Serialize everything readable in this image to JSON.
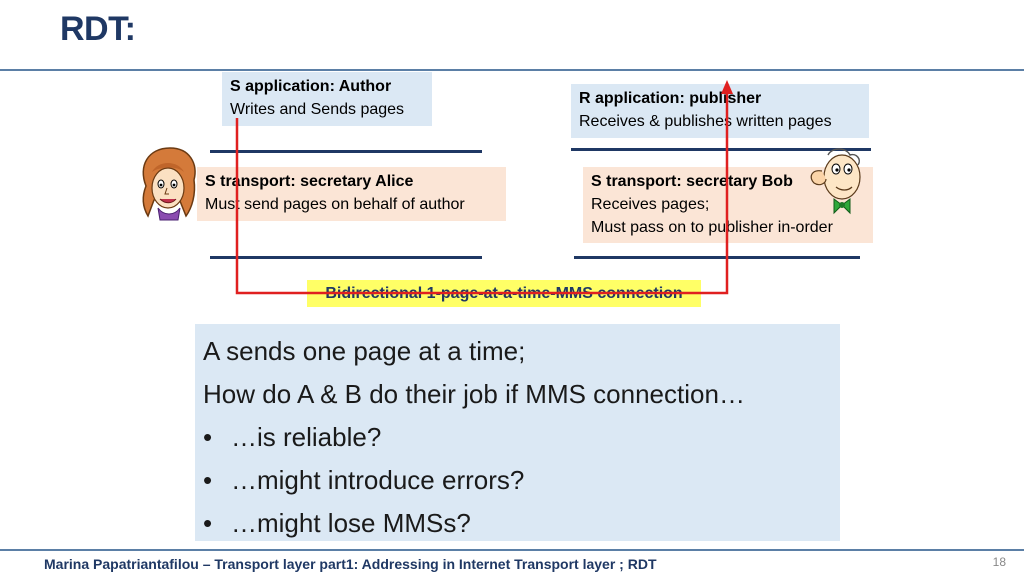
{
  "slide": {
    "title": "RDT:",
    "footer": "Marina Papatriantafilou –  Transport layer part1: Addressing in Internet Transport layer ; RDT",
    "page_number": "18"
  },
  "diagram": {
    "sender_app": {
      "heading": "S application:  Author",
      "text": "Writes and Sends pages"
    },
    "receiver_app": {
      "heading": "R application:  publisher",
      "text": "Receives & publishes written pages"
    },
    "sender_transport": {
      "heading": "S transport: secretary Alice",
      "text": "Must send pages on behalf of author"
    },
    "receiver_transport": {
      "heading": "S transport: secretary Bob",
      "line1": "Receives  pages;",
      "line2": "Must pass on to publisher in-order"
    },
    "channel_label": "Bidirectional 1-page-at-a-time-MMS connection",
    "arrow_color": "#e02020"
  },
  "questions": {
    "line1": "A sends one page at a time;",
    "line2": "How do A & B  do their job  if MMS connection…",
    "bullets": [
      "…is reliable?",
      "…might introduce errors?",
      "…might lose MMSs?"
    ]
  },
  "icons": {
    "alice": "alice-cartoon-icon",
    "bob": "bob-cartoon-icon"
  }
}
